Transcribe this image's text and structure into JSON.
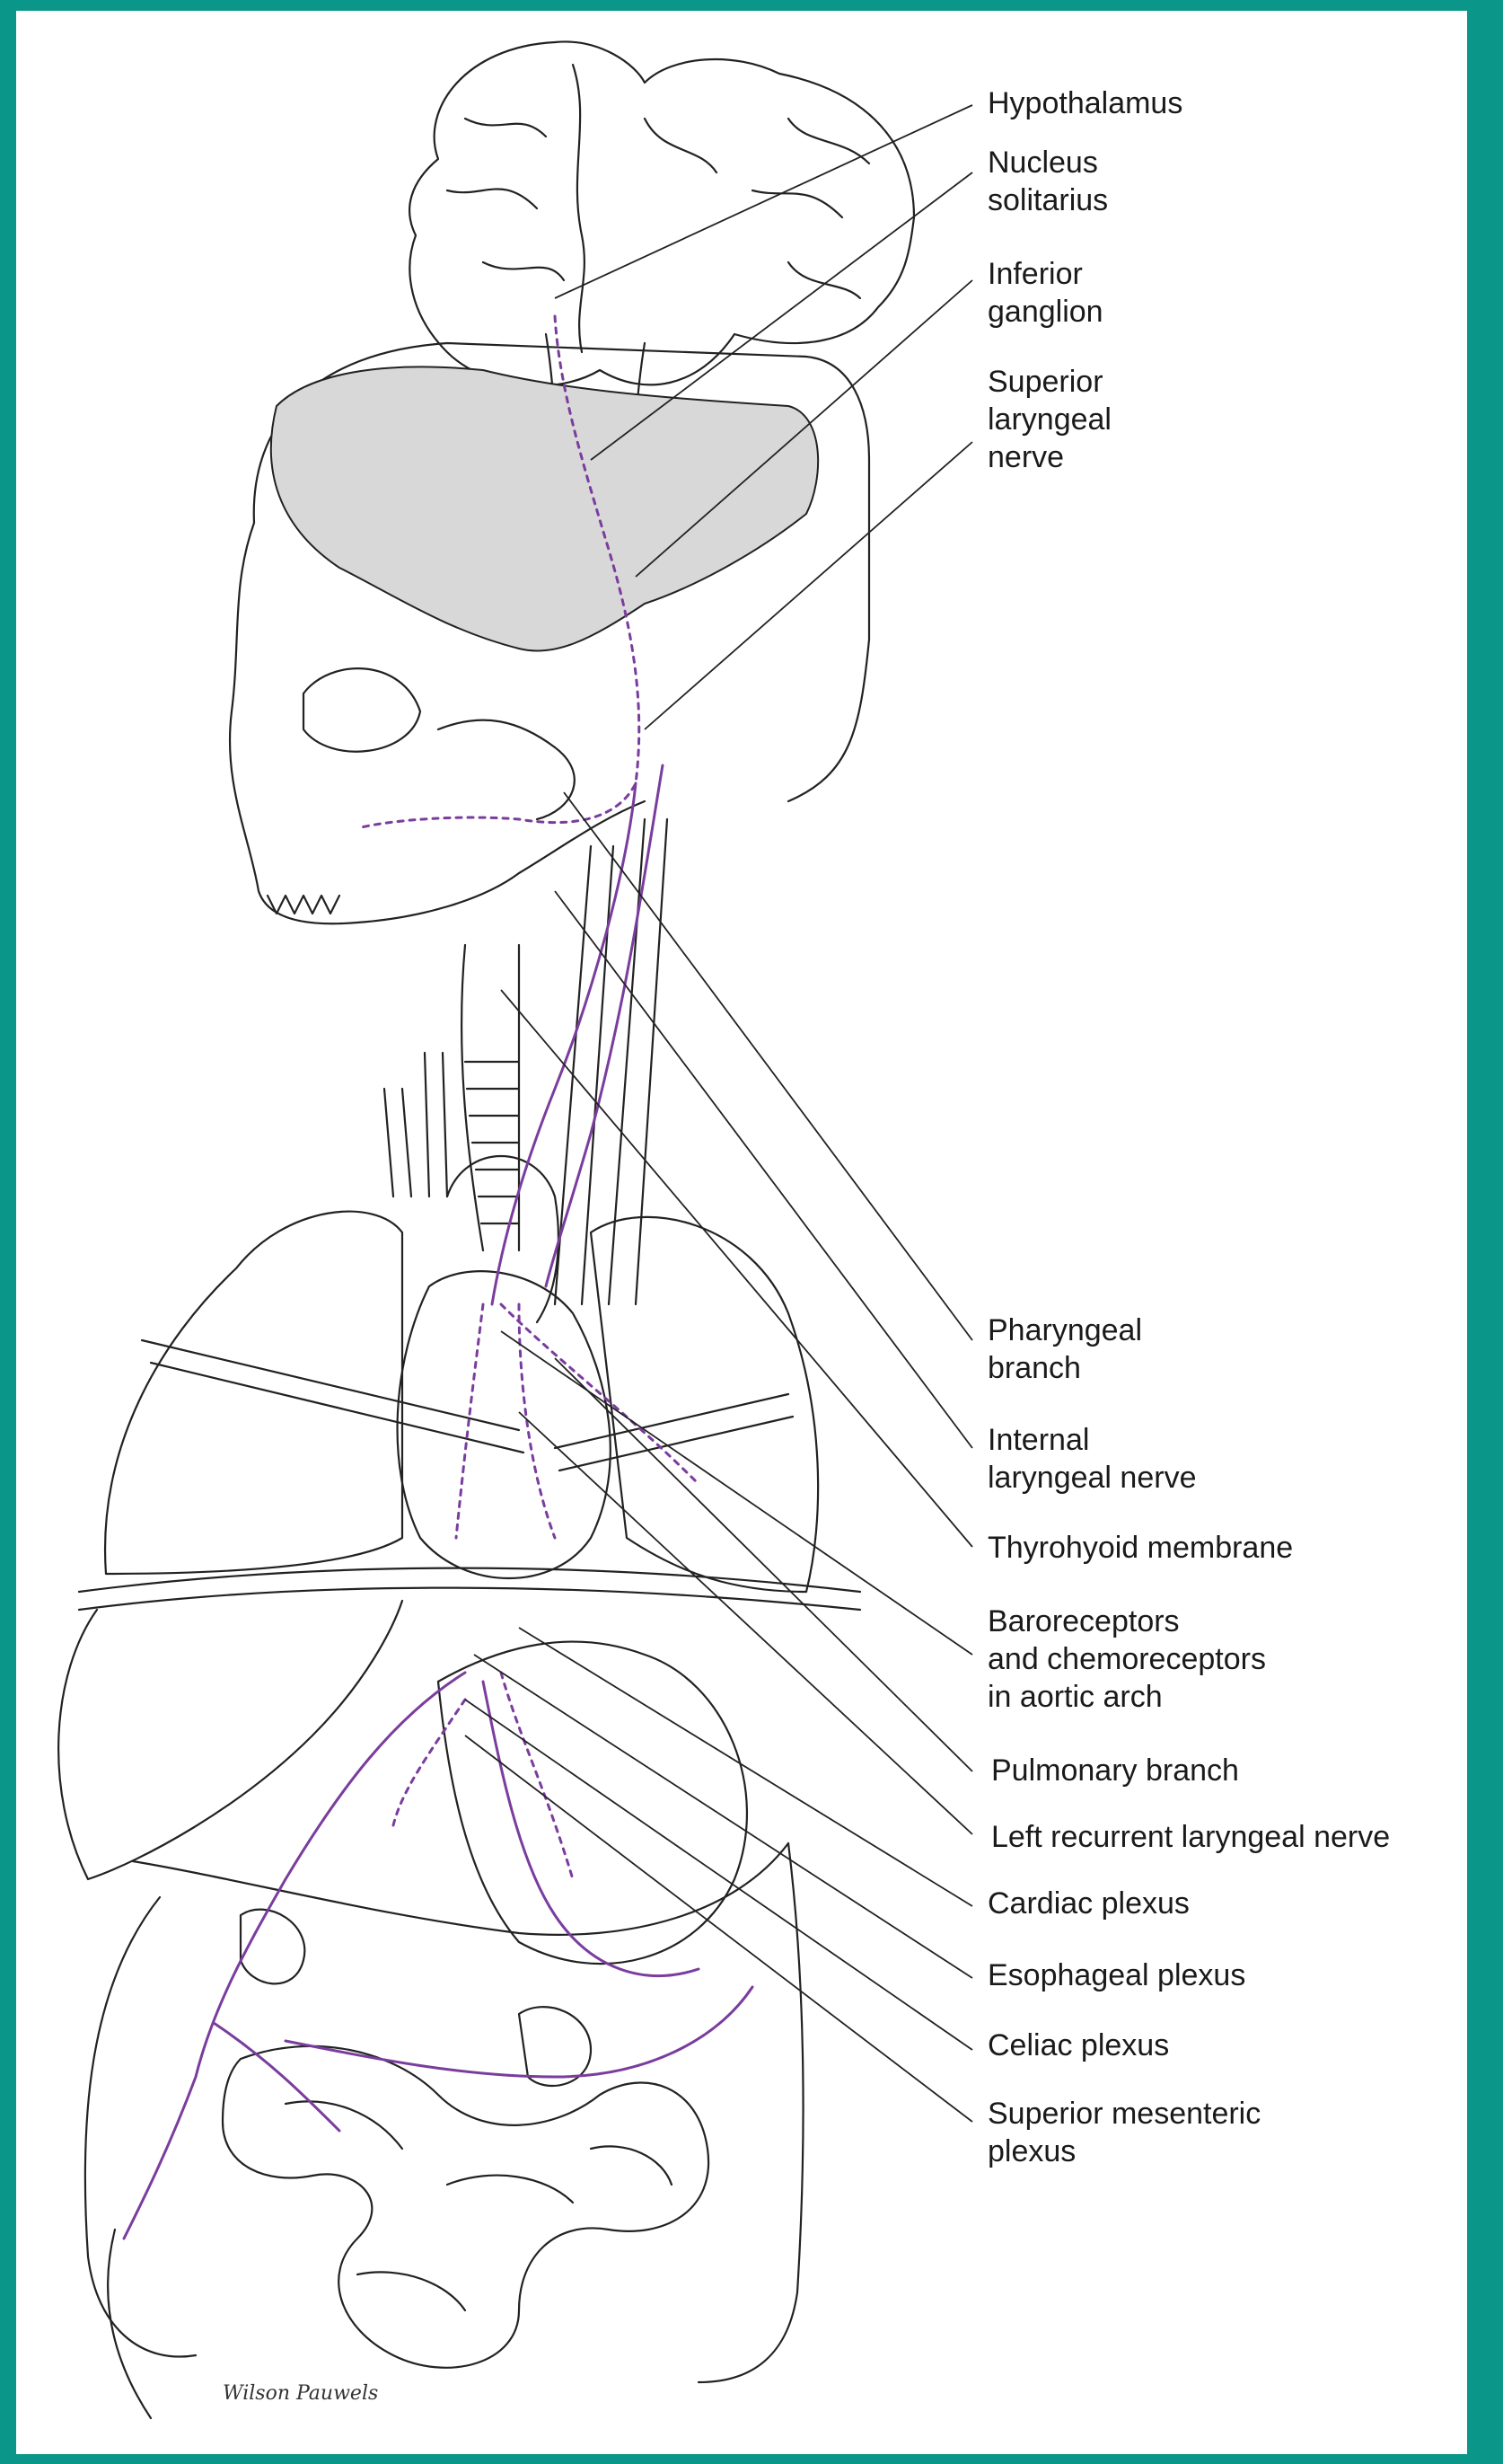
{
  "figure": {
    "border_color": "#0b968a",
    "nerve_color": "#7a3d9e",
    "shade_color": "#d8d8d8",
    "signature": "Wilson Pauwels"
  },
  "labels": [
    {
      "id": "hypothalamus",
      "text": "Hypothalamus"
    },
    {
      "id": "nucleus-solitarius",
      "text": "Nucleus\nsolitarius"
    },
    {
      "id": "inferior-ganglion",
      "text": "Inferior\nganglion"
    },
    {
      "id": "superior-laryngeal-nerve",
      "text": "Superior\nlaryngeal\nnerve"
    },
    {
      "id": "pharyngeal-branch",
      "text": "Pharyngeal\nbranch"
    },
    {
      "id": "internal-laryngeal-nerve",
      "text": "Internal\nlaryngeal nerve"
    },
    {
      "id": "thyrohyoid-membrane",
      "text": "Thyrohyoid membrane"
    },
    {
      "id": "baroreceptors",
      "text": "Baroreceptors\nand chemoreceptors\nin aortic arch"
    },
    {
      "id": "pulmonary-branch",
      "text": "Pulmonary branch"
    },
    {
      "id": "left-recurrent-laryngeal-nerve",
      "text": "Left recurrent laryngeal nerve"
    },
    {
      "id": "cardiac-plexus",
      "text": "Cardiac plexus"
    },
    {
      "id": "esophageal-plexus",
      "text": "Esophageal plexus"
    },
    {
      "id": "celiac-plexus",
      "text": "Celiac plexus"
    },
    {
      "id": "superior-mesenteric-plexus",
      "text": "Superior mesenteric\nplexus"
    }
  ]
}
